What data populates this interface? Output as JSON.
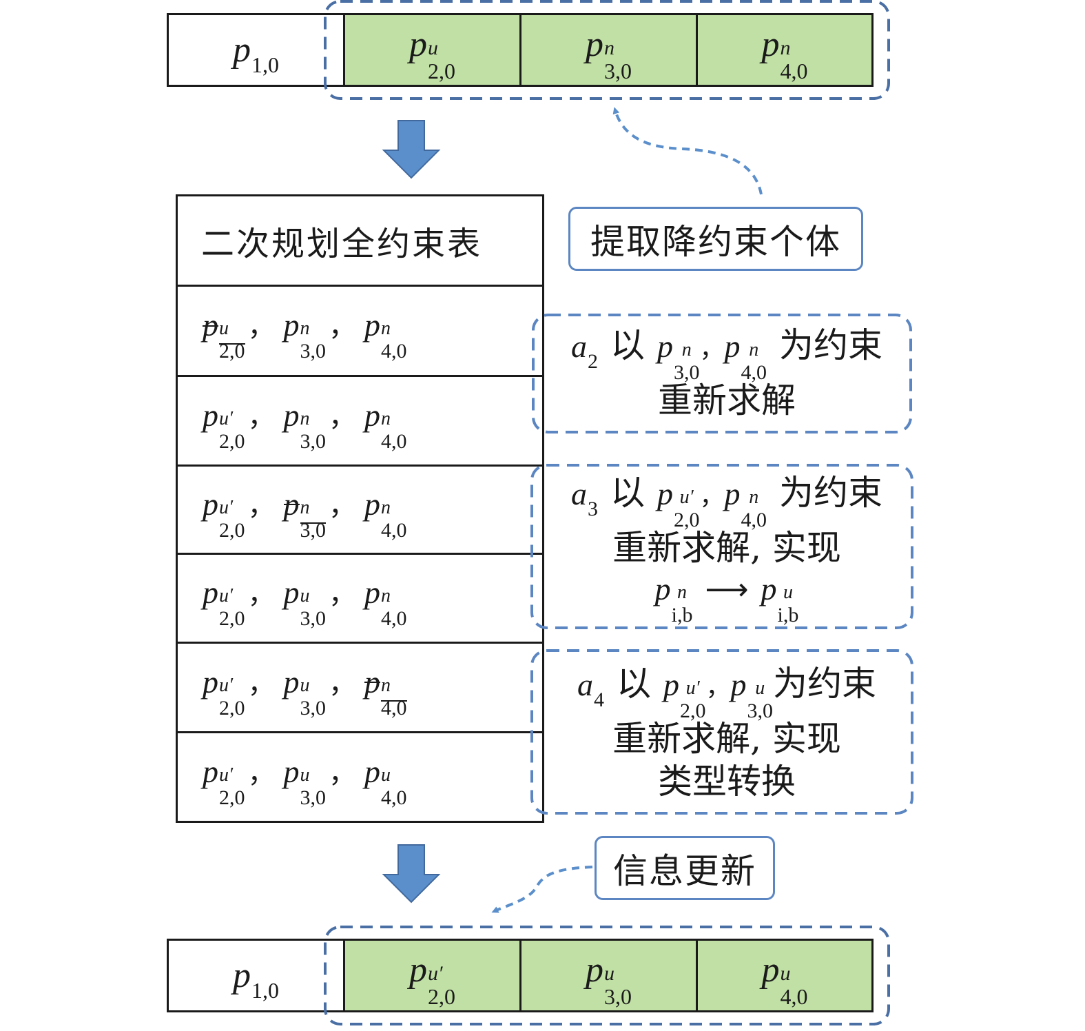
{
  "top_bar": [
    {
      "base": "p",
      "sup": "",
      "sub": "1,0",
      "fill": "white"
    },
    {
      "base": "p",
      "sup": "u",
      "sub": "2,0",
      "fill": "green"
    },
    {
      "base": "p",
      "sup": "n",
      "sub": "3,0",
      "fill": "green"
    },
    {
      "base": "p",
      "sup": "n",
      "sub": "4,0",
      "fill": "green"
    }
  ],
  "bottom_bar": [
    {
      "base": "p",
      "sup": "",
      "sub": "1,0",
      "fill": "white"
    },
    {
      "base": "p",
      "sup": "u′",
      "sub": "2,0",
      "fill": "green"
    },
    {
      "base": "p",
      "sup": "u",
      "sub": "3,0",
      "fill": "green"
    },
    {
      "base": "p",
      "sup": "u",
      "sub": "4,0",
      "fill": "green"
    }
  ],
  "table": {
    "header": "二次规划全约束表",
    "separator": "，",
    "rows": [
      [
        {
          "sup": "u",
          "sub": "2,0",
          "struck": true
        },
        {
          "sup": "n",
          "sub": "3,0"
        },
        {
          "sup": "n",
          "sub": "4,0"
        }
      ],
      [
        {
          "sup": "u′",
          "sub": "2,0"
        },
        {
          "sup": "n",
          "sub": "3,0"
        },
        {
          "sup": "n",
          "sub": "4,0"
        }
      ],
      [
        {
          "sup": "u′",
          "sub": "2,0"
        },
        {
          "sup": "n",
          "sub": "3,0",
          "struck": true
        },
        {
          "sup": "n",
          "sub": "4,0"
        }
      ],
      [
        {
          "sup": "u′",
          "sub": "2,0"
        },
        {
          "sup": "u",
          "sub": "3,0"
        },
        {
          "sup": "n",
          "sub": "4,0"
        }
      ],
      [
        {
          "sup": "u′",
          "sub": "2,0"
        },
        {
          "sup": "u",
          "sub": "3,0"
        },
        {
          "sup": "n",
          "sub": "4,0",
          "struck": true
        }
      ],
      [
        {
          "sup": "u′",
          "sub": "2,0"
        },
        {
          "sup": "u",
          "sub": "3,0"
        },
        {
          "sup": "u",
          "sub": "4,0"
        }
      ]
    ]
  },
  "labels": {
    "extract": "提取降约束个体",
    "update": "信息更新"
  },
  "notes": {
    "a2": {
      "agent": "a",
      "agent_sub": "2",
      "yi": "以",
      "terms": [
        {
          "sup": "n",
          "sub": "3,0"
        },
        {
          "sup": "n",
          "sub": "4,0"
        }
      ],
      "comma": "，",
      "tail": "为约束",
      "line2": "重新求解"
    },
    "a3": {
      "agent": "a",
      "agent_sub": "3",
      "yi": "以",
      "terms": [
        {
          "sup": "u′",
          "sub": "2,0"
        },
        {
          "sup": "n",
          "sub": "4,0"
        }
      ],
      "comma": "，",
      "tail": "为约束",
      "line2": "重新求解, 实现",
      "from": {
        "sup": "n",
        "sub": "i,b"
      },
      "arrow": "⟶",
      "to": {
        "sup": "u",
        "sub": "i,b"
      }
    },
    "a4": {
      "agent": "a",
      "agent_sub": "4",
      "yi": "以",
      "terms": [
        {
          "sup": "u′",
          "sub": "2,0"
        },
        {
          "sup": "u",
          "sub": "3,0"
        }
      ],
      "comma": "，",
      "tail": "为约束",
      "line2": "重新求解, 实现",
      "line3": "类型转换"
    }
  },
  "colors": {
    "cell_green": "#c1e0a5",
    "dash_blue": "#4a6fa5",
    "arrow_blue": "#5b8fcb",
    "label_border": "#5b86c2"
  }
}
